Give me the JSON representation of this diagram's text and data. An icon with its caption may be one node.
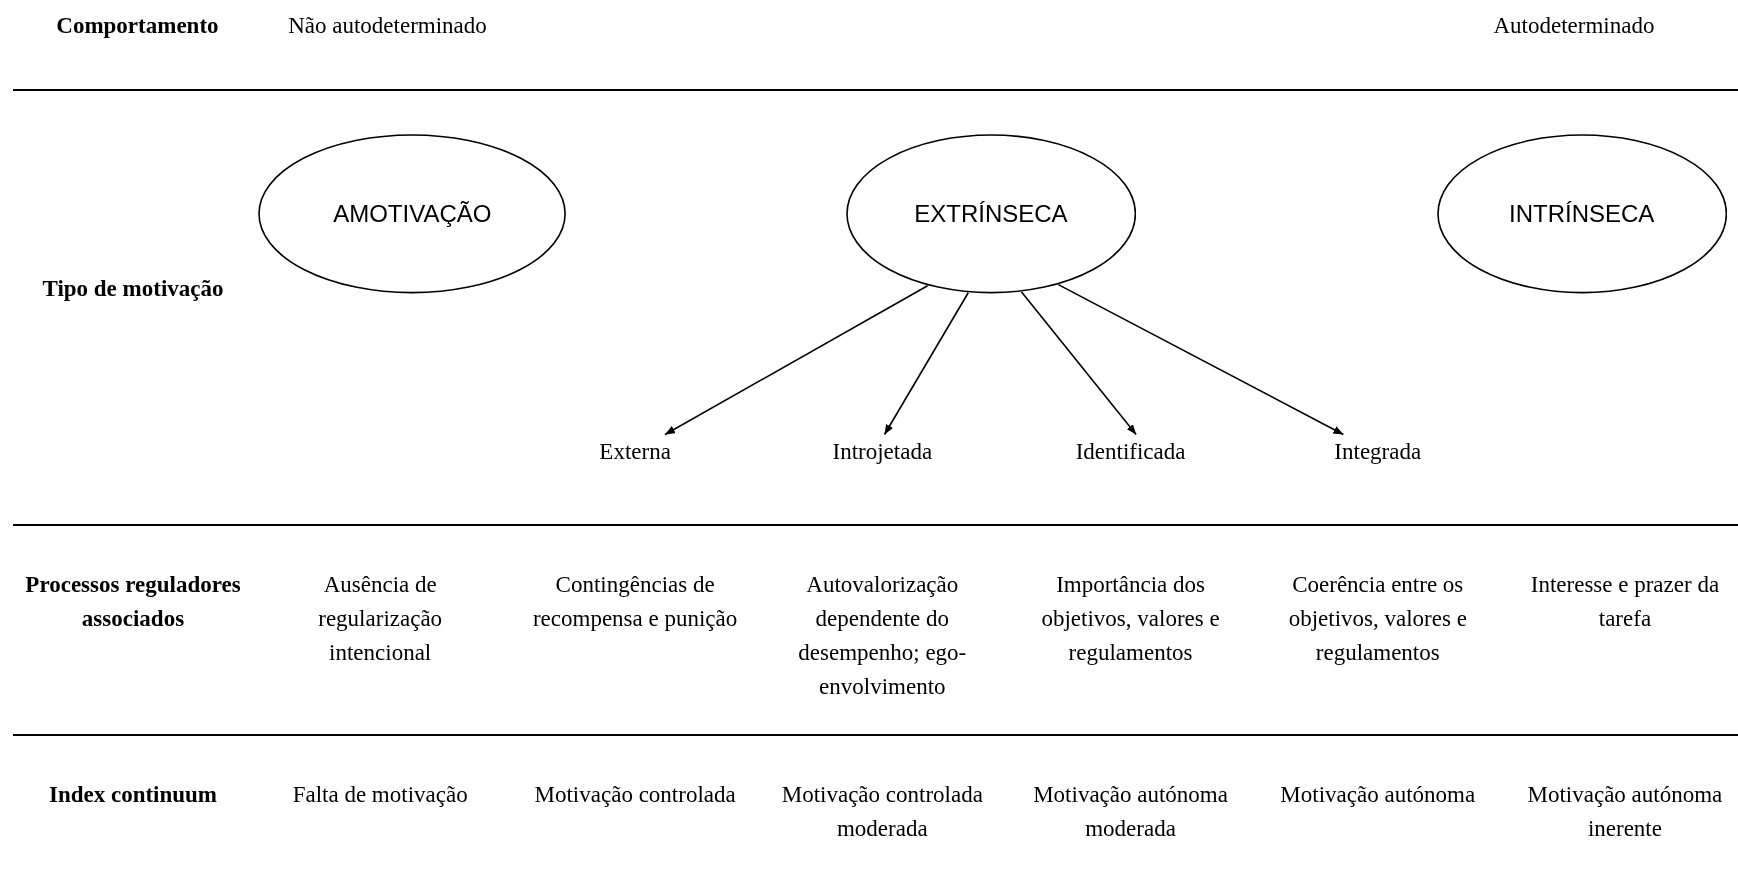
{
  "diagram": {
    "nodes": [
      {
        "text": [
          "AMOTIVAÇÃO"
        ]
      },
      {
        "text": [
          "EXTRÍNSECA"
        ]
      },
      {
        "text": [
          "INTRÍNSECA"
        ]
      },
      {
        "text": [
          "Externa"
        ]
      },
      {
        "text": [
          "Introjetada"
        ]
      },
      {
        "text": [
          "Identificada"
        ]
      },
      {
        "text": [
          "Integrada"
        ]
      }
    ],
    "edges": [
      {
        "from": 1,
        "to": 3,
        "arrow": "to"
      },
      {
        "from": 1,
        "to": 4,
        "arrow": "to"
      },
      {
        "from": 1,
        "to": 5,
        "arrow": "to"
      },
      {
        "from": 1,
        "to": 6,
        "arrow": "to"
      }
    ],
    "labels": [
      "Comportamento",
      "Não autodeterminado",
      "Autodeterminado",
      "Tipo de motivação",
      "Processos reguladores associados",
      "Ausência de regularização intencional",
      "Contingências de recompensa e punição",
      "Autovalorização dependente do desempenho; ego-envolvimento",
      "Importância dos objetivos, valores e regulamentos",
      "Coerência entre os objetivos, valores e regulamentos",
      "Interesse e prazer da tarefa",
      "Index continuum",
      "Falta de motivação",
      "Motivação controlada",
      "Motivação controlada moderada",
      "Motivação autónoma moderada",
      "Motivação autónoma",
      "Motivação autónoma inerente"
    ]
  }
}
